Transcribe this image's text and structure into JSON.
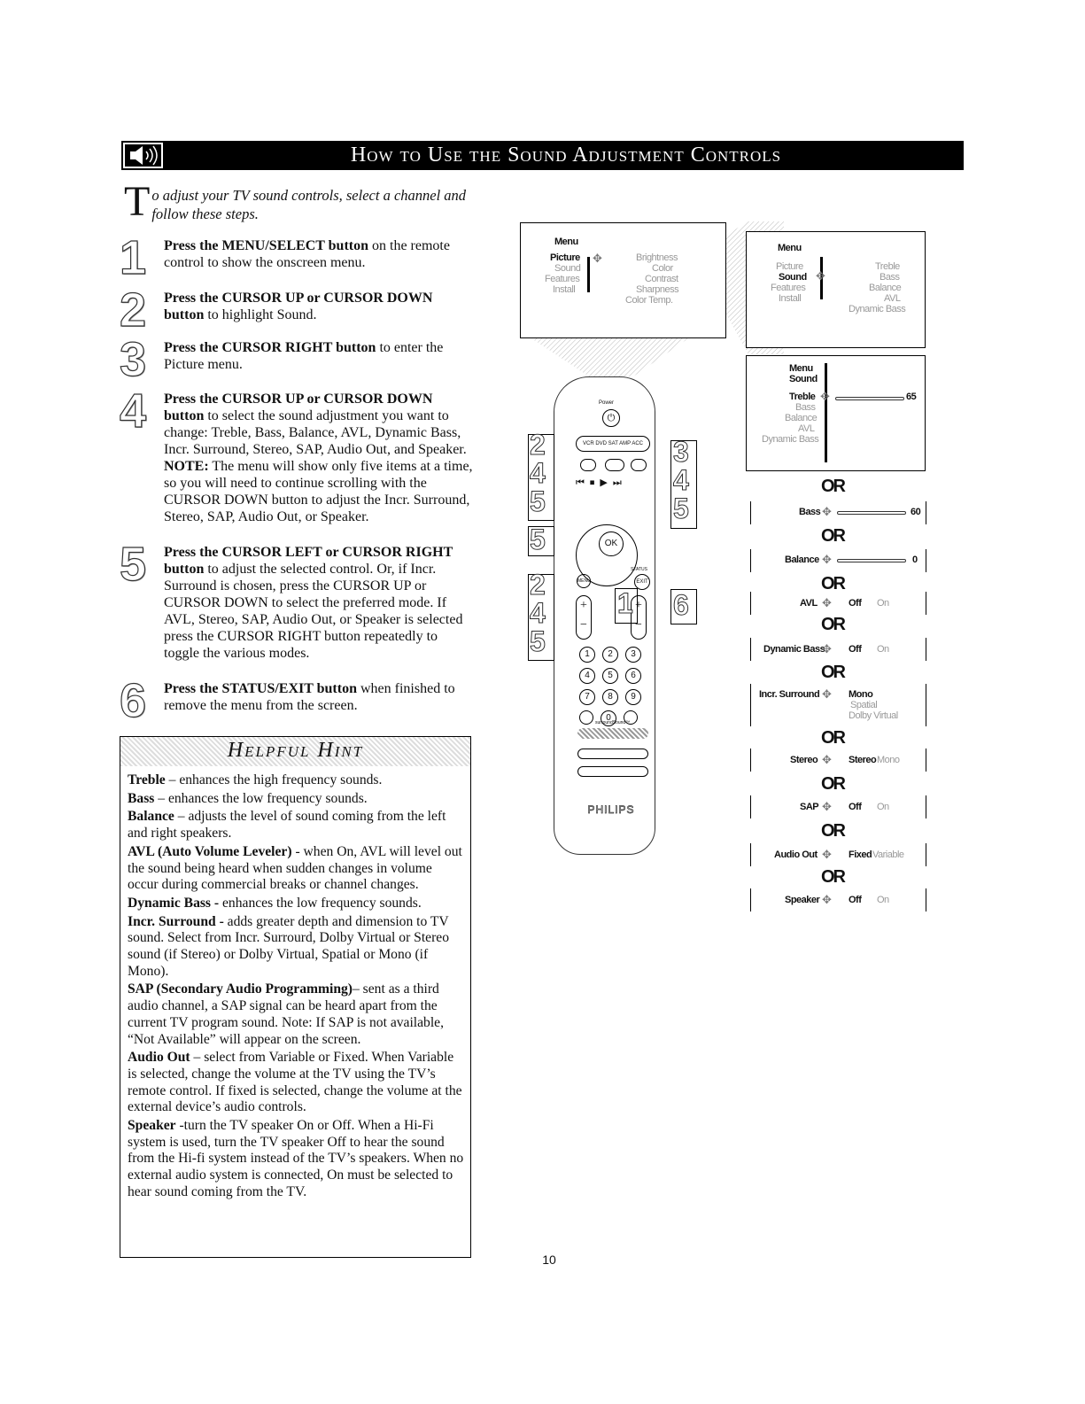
{
  "header": {
    "title": "How to Use the Sound Adjustment Controls",
    "icon": "speaker-icon"
  },
  "intro": {
    "dropcap": "T",
    "text": "o adjust your TV sound controls, select a channel and follow these steps."
  },
  "steps": [
    {
      "num": "1",
      "bold": "Press the MENU/SELECT button",
      "rest": " on the remote control to show the onscreen menu."
    },
    {
      "num": "2",
      "bold": "Press the CURSOR UP or CURSOR DOWN button",
      "rest": " to highlight Sound."
    },
    {
      "num": "3",
      "bold": "Press the CURSOR RIGHT button",
      "rest": " to enter the Picture menu."
    },
    {
      "num": "4",
      "bold": "Press the CURSOR UP or CURSOR DOWN button",
      "rest": " to select the sound adjustment you want to change: Treble, Bass, Balance, AVL, Dynamic Bass, Incr. Surround, Stereo, SAP, Audio Out, and Speaker. ",
      "bold2": "NOTE:",
      "rest2": " The menu will show only five items at a time, so you will need to continue scrolling with the CURSOR DOWN button to adjust the Incr. Surround, Stereo, SAP, Audio Out, or Speaker."
    },
    {
      "num": "5",
      "bold": "Press the CURSOR LEFT or CURSOR RIGHT button",
      "rest": " to adjust the selected control. Or, if Incr. Surround is chosen, press the CURSOR UP or CURSOR DOWN to select the preferred mode. If AVL, Stereo, SAP, Audio Out, or Speaker is selected press the CURSOR RIGHT button repeatedly to toggle the various modes."
    },
    {
      "num": "6",
      "bold": "Press the STATUS/EXIT button",
      "rest": " when finished to remove the menu from the screen."
    }
  ],
  "hint": {
    "title": "Helpful Hint",
    "items": [
      {
        "term": "Treble",
        "desc": " – enhances the high frequency sounds."
      },
      {
        "term": "Bass",
        "desc": " – enhances the low frequency sounds."
      },
      {
        "term": "Balance",
        "desc": " – adjusts the level of sound coming from the left and right speakers."
      },
      {
        "term": "AVL (Auto Volume Leveler)",
        "desc": " - when On, AVL will level out the sound being heard when sudden changes in volume occur during commercial breaks or channel changes."
      },
      {
        "term": "Dynamic Bass -",
        "desc": " enhances the low frequency sounds."
      },
      {
        "term": "Incr. Surround -",
        "desc": " adds greater depth and dimension to TV sound. Select from Incr. Surrourd, Dolby Virtual or Stereo sound (if Stereo) or Dolby Virtual, Spatial or Mono (if Mono)."
      },
      {
        "term": "SAP (Secondary Audio Programming)",
        "desc": "– sent as a third audio channel, a SAP signal can be heard apart from the current TV program sound. Note: If SAP is not available, “Not Available” will appear on the screen."
      },
      {
        "term": "Audio Out",
        "desc": " – select from Variable or Fixed. When Variable is selected, change the volume at the TV using the TV’s remote control. If fixed is selected, change the volume at the external device’s audio controls."
      },
      {
        "term": "Speaker",
        "desc": " -turn the TV speaker On or Off. When a Hi-Fi system is used, turn the TV speaker Off to hear the sound from the Hi-fi system instead of the TV’s speakers. When no external audio system is connected, On must be selected to hear sound coming from the TV."
      }
    ]
  },
  "menu1": {
    "title": "Menu",
    "left": [
      "Picture",
      "Sound",
      "Features",
      "Install"
    ],
    "right": [
      "Brightness",
      "Color",
      "Contrast",
      "Sharpness",
      "Color Temp."
    ]
  },
  "menu2": {
    "title": "Menu",
    "left": [
      "Picture",
      "Sound",
      "Features",
      "Install"
    ],
    "right": [
      "Treble",
      "Bass",
      "Balance",
      "AVL",
      "Dynamic Bass"
    ]
  },
  "menu3": {
    "title": "Menu",
    "sub": "Sound",
    "items": [
      "Treble",
      "Bass",
      "Balance",
      "AVL",
      "Dynamic Bass"
    ],
    "treble_value": "65"
  },
  "or_label": "OR",
  "rows": [
    {
      "label": "Bass",
      "value": "60"
    },
    {
      "label": "Balance",
      "value": "0"
    },
    {
      "label": "AVL",
      "opt1": "Off",
      "opt2": "On"
    },
    {
      "label": "Dynamic Bass",
      "opt1": "Off",
      "opt2": "On"
    },
    {
      "label": "Incr. Surround",
      "opt1": "Mono",
      "opt2": "Spatial",
      "opt3": "Dolby Virtual"
    },
    {
      "label": "Stereo",
      "opt1": "Stereo",
      "opt2": "Mono"
    },
    {
      "label": "SAP",
      "opt1": "Off",
      "opt2": "On"
    },
    {
      "label": "Audio Out",
      "opt1": "Fixed",
      "opt2": "Variable"
    },
    {
      "label": "Speaker",
      "opt1": "Off",
      "opt2": "On"
    }
  ],
  "remote": {
    "brand": "PHILIPS",
    "power": "Power",
    "source_bar": "VCR DVD SAT AMP ACC",
    "ok": "OK",
    "exit": "EXIT",
    "menu": "MENU",
    "status": "STATUS",
    "surround": "surroundSound™",
    "keys": [
      "1",
      "2",
      "3",
      "4",
      "5",
      "6",
      "7",
      "8",
      "9",
      "0"
    ],
    "callouts_left": [
      "2",
      "4",
      "5"
    ],
    "callout_5": "5",
    "callouts_left2": [
      "2",
      "4",
      "5"
    ],
    "callouts_right": [
      "3",
      "4",
      "5"
    ],
    "callout_1": "1",
    "callout_6": "6"
  },
  "page_number": "10"
}
